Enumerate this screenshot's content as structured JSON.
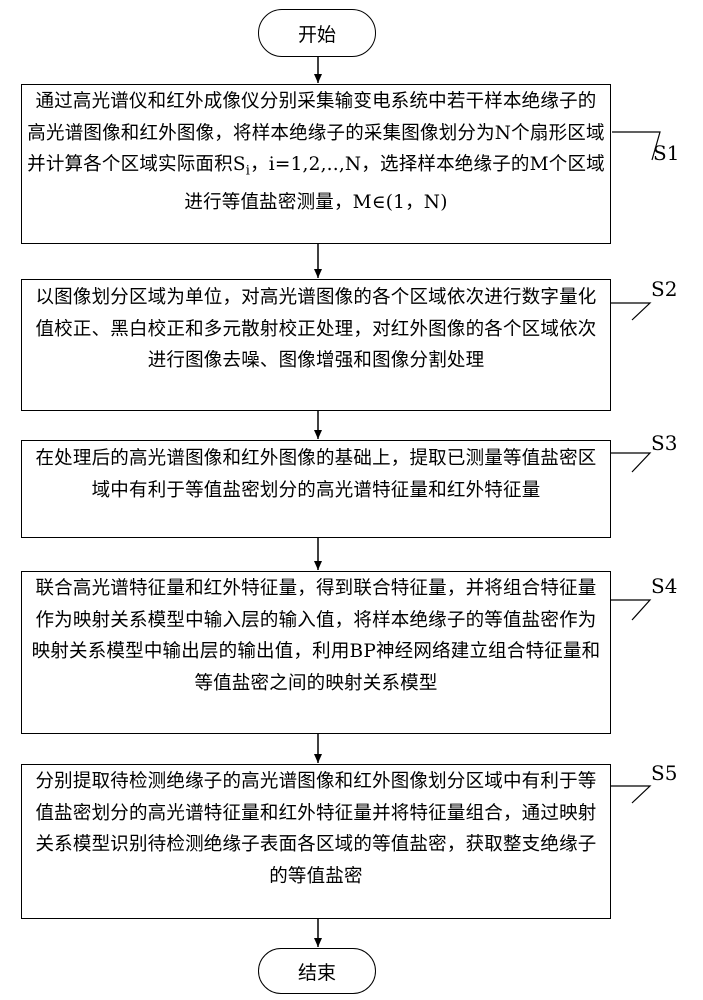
{
  "start": "开始",
  "end": "结束",
  "steps": [
    {
      "label": "S1",
      "text_main": "通过高光谱仪和红外成像仪分别采集输变电系统中若干样本绝缘子的高光谱图像和红外图像，将样本绝缘子的采集图像划分为N个扇形区域并计算各个区域实际面积S",
      "text_sub": "i",
      "text_tail": "，i=1,2,..,N，选择样本绝缘子的M个区域进行等值盐密测量，M∈(1，N)"
    },
    {
      "label": "S2",
      "text": "以图像划分区域为单位，对高光谱图像的各个区域依次进行数字量化值校正、黑白校正和多元散射校正处理，对红外图像的各个区域依次进行图像去噪、图像增强和图像分割处理"
    },
    {
      "label": "S3",
      "text": "在处理后的高光谱图像和红外图像的基础上，提取已测量等值盐密区域中有利于等值盐密划分的高光谱特征量和红外特征量"
    },
    {
      "label": "S4",
      "text": "联合高光谱特征量和红外特征量，得到联合特征量，并将组合特征量作为映射关系模型中输入层的输入值，将样本绝缘子的等值盐密作为映射关系模型中输出层的输出值，利用BP神经网络建立组合特征量和等值盐密之间的映射关系模型"
    },
    {
      "label": "S5",
      "text": "分别提取待检测绝缘子的高光谱图像和红外图像划分区域中有利于等值盐密划分的高光谱特征量和红外特征量并将特征量组合，通过映射关系模型识别待检测绝缘子表面各区域的等值盐密，获取整支绝缘子的等值盐密"
    }
  ]
}
